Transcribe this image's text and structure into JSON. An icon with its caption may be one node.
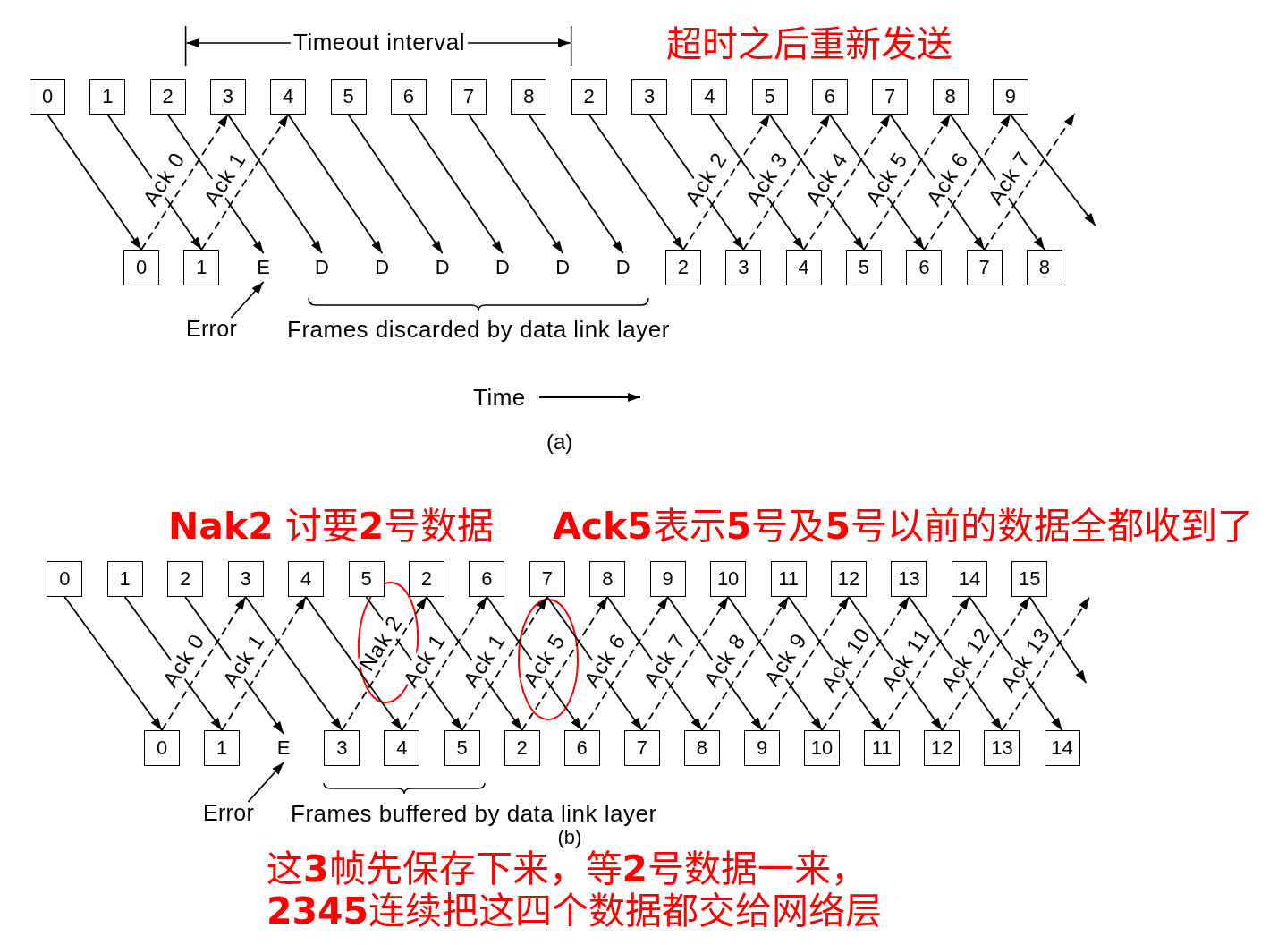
{
  "diagram": {
    "nodes": [
      {
        "text": [
          "0"
        ]
      },
      {
        "text": [
          "1"
        ]
      },
      {
        "text": [
          "2"
        ]
      },
      {
        "text": [
          "3"
        ]
      },
      {
        "text": [
          "4"
        ]
      },
      {
        "text": [
          "5"
        ]
      },
      {
        "text": [
          "6"
        ]
      },
      {
        "text": [
          "7"
        ]
      },
      {
        "text": [
          "8"
        ]
      },
      {
        "text": [
          "2"
        ]
      },
      {
        "text": [
          "3"
        ]
      },
      {
        "text": [
          "4"
        ]
      },
      {
        "text": [
          "5"
        ]
      },
      {
        "text": [
          "6"
        ]
      },
      {
        "text": [
          "7"
        ]
      },
      {
        "text": [
          "8"
        ]
      },
      {
        "text": [
          "9"
        ]
      },
      {
        "text": [
          "0"
        ]
      },
      {
        "text": [
          "1"
        ]
      },
      {
        "text": [
          "E"
        ]
      },
      {
        "text": [
          "D"
        ]
      },
      {
        "text": [
          "D"
        ]
      },
      {
        "text": [
          "D"
        ]
      },
      {
        "text": [
          "D"
        ]
      },
      {
        "text": [
          "D"
        ]
      },
      {
        "text": [
          "D"
        ]
      },
      {
        "text": [
          "2"
        ]
      },
      {
        "text": [
          "3"
        ]
      },
      {
        "text": [
          "4"
        ]
      },
      {
        "text": [
          "5"
        ]
      },
      {
        "text": [
          "6"
        ]
      },
      {
        "text": [
          "7"
        ]
      },
      {
        "text": [
          "8"
        ]
      },
      {
        "text": [
          "Error"
        ]
      },
      {
        "text": [
          "0"
        ]
      },
      {
        "text": [
          "1"
        ]
      },
      {
        "text": [
          "2"
        ]
      },
      {
        "text": [
          "3"
        ]
      },
      {
        "text": [
          "4"
        ]
      },
      {
        "text": [
          "5"
        ]
      },
      {
        "text": [
          "2"
        ]
      },
      {
        "text": [
          "6"
        ]
      },
      {
        "text": [
          "7"
        ]
      },
      {
        "text": [
          "8"
        ]
      },
      {
        "text": [
          "9"
        ]
      },
      {
        "text": [
          "10"
        ]
      },
      {
        "text": [
          "11"
        ]
      },
      {
        "text": [
          "12"
        ]
      },
      {
        "text": [
          "13"
        ]
      },
      {
        "text": [
          "14"
        ]
      },
      {
        "text": [
          "15"
        ]
      },
      {
        "text": [
          "0"
        ]
      },
      {
        "text": [
          "1"
        ]
      },
      {
        "text": [
          "E"
        ]
      },
      {
        "text": [
          "3"
        ]
      },
      {
        "text": [
          "4"
        ]
      },
      {
        "text": [
          "5"
        ]
      },
      {
        "text": [
          "2"
        ]
      },
      {
        "text": [
          "6"
        ]
      },
      {
        "text": [
          "7"
        ]
      },
      {
        "text": [
          "8"
        ]
      },
      {
        "text": [
          "9"
        ]
      },
      {
        "text": [
          "10"
        ]
      },
      {
        "text": [
          "11"
        ]
      },
      {
        "text": [
          "12"
        ]
      },
      {
        "text": [
          "13"
        ]
      },
      {
        "text": [
          "14"
        ]
      },
      {
        "text": [
          "Error"
        ]
      }
    ],
    "edges": [
      {
        "from": 0,
        "to": 17,
        "arrow": "to"
      },
      {
        "from": 1,
        "to": 18,
        "arrow": "to"
      },
      {
        "from": 2,
        "to": 19,
        "arrow": "to"
      },
      {
        "from": 3,
        "to": 20,
        "arrow": "to"
      },
      {
        "from": 4,
        "to": 21,
        "arrow": "to"
      },
      {
        "from": 5,
        "to": 22,
        "arrow": "to"
      },
      {
        "from": 6,
        "to": 23,
        "arrow": "to"
      },
      {
        "from": 7,
        "to": 24,
        "arrow": "to"
      },
      {
        "from": 8,
        "to": 25,
        "arrow": "to"
      },
      {
        "from": 9,
        "to": 26,
        "arrow": "to"
      },
      {
        "from": 10,
        "to": 27,
        "arrow": "to"
      },
      {
        "from": 11,
        "to": 28,
        "arrow": "to"
      },
      {
        "from": 12,
        "to": 29,
        "arrow": "to"
      },
      {
        "from": 13,
        "to": 30,
        "arrow": "to"
      },
      {
        "from": 14,
        "to": 31,
        "arrow": "to"
      },
      {
        "from": 15,
        "to": 32,
        "arrow": "to"
      },
      {
        "from": 16,
        "to": null,
        "arrow": "to"
      },
      {
        "from": 17,
        "to": 3,
        "arrow": "to",
        "style": "dashed",
        "label": "Ack 0"
      },
      {
        "from": 18,
        "to": 4,
        "arrow": "to",
        "style": "dashed",
        "label": "Ack 1"
      },
      {
        "from": 26,
        "to": 12,
        "arrow": "to",
        "style": "dashed",
        "label": "Ack 2"
      },
      {
        "from": 27,
        "to": 13,
        "arrow": "to",
        "style": "dashed",
        "label": "Ack 3"
      },
      {
        "from": 28,
        "to": 14,
        "arrow": "to",
        "style": "dashed",
        "label": "Ack 4"
      },
      {
        "from": 29,
        "to": 15,
        "arrow": "to",
        "style": "dashed",
        "label": "Ack 5"
      },
      {
        "from": 30,
        "to": 16,
        "arrow": "to",
        "style": "dashed",
        "label": "Ack 6"
      },
      {
        "from": 31,
        "to": null,
        "arrow": "to",
        "style": "dashed",
        "label": "Ack 7"
      },
      {
        "from": 33,
        "to": 19,
        "arrow": "to"
      },
      {
        "from": 34,
        "to": 51,
        "arrow": "to"
      },
      {
        "from": 35,
        "to": 52,
        "arrow": "to"
      },
      {
        "from": 36,
        "to": 53,
        "arrow": "to"
      },
      {
        "from": 37,
        "to": 54,
        "arrow": "to"
      },
      {
        "from": 38,
        "to": 55,
        "arrow": "to"
      },
      {
        "from": 39,
        "to": 56,
        "arrow": "to"
      },
      {
        "from": 40,
        "to": 57,
        "arrow": "to"
      },
      {
        "from": 41,
        "to": 58,
        "arrow": "to"
      },
      {
        "from": 42,
        "to": 59,
        "arrow": "to"
      },
      {
        "from": 43,
        "to": 60,
        "arrow": "to"
      },
      {
        "from": 44,
        "to": 61,
        "arrow": "to"
      },
      {
        "from": 45,
        "to": 62,
        "arrow": "to"
      },
      {
        "from": 46,
        "to": 63,
        "arrow": "to"
      },
      {
        "from": 47,
        "to": 64,
        "arrow": "to"
      },
      {
        "from": 48,
        "to": 65,
        "arrow": "to"
      },
      {
        "from": 49,
        "to": 66,
        "arrow": "to"
      },
      {
        "from": 50,
        "to": null,
        "arrow": "to"
      },
      {
        "from": 51,
        "to": 37,
        "arrow": "to",
        "style": "dashed",
        "label": "Ack 0"
      },
      {
        "from": 52,
        "to": 38,
        "arrow": "to",
        "style": "dashed",
        "label": "Ack 1"
      },
      {
        "from": 54,
        "to": 40,
        "arrow": "to",
        "style": "dashed",
        "label": "Nak 2"
      },
      {
        "from": 55,
        "to": 41,
        "arrow": "to",
        "style": "dashed",
        "label": "Ack 1"
      },
      {
        "from": 56,
        "to": 42,
        "arrow": "to",
        "style": "dashed",
        "label": "Ack 1"
      },
      {
        "from": 57,
        "to": 43,
        "arrow": "to",
        "style": "dashed",
        "label": "Ack 5"
      },
      {
        "from": 58,
        "to": 44,
        "arrow": "to",
        "style": "dashed",
        "label": "Ack 6"
      },
      {
        "from": 59,
        "to": 45,
        "arrow": "to",
        "style": "dashed",
        "label": "Ack 7"
      },
      {
        "from": 60,
        "to": 46,
        "arrow": "to",
        "style": "dashed",
        "label": "Ack 8"
      },
      {
        "from": 61,
        "to": 47,
        "arrow": "to",
        "style": "dashed",
        "label": "Ack 9"
      },
      {
        "from": 62,
        "to": 48,
        "arrow": "to",
        "style": "dashed",
        "label": "Ack 10"
      },
      {
        "from": 63,
        "to": 49,
        "arrow": "to",
        "style": "dashed",
        "label": "Ack 11"
      },
      {
        "from": 64,
        "to": 50,
        "arrow": "to",
        "style": "dashed",
        "label": "Ack 12"
      },
      {
        "from": 65,
        "to": null,
        "arrow": "to",
        "style": "dashed",
        "label": "Ack 13"
      },
      {
        "from": 67,
        "to": 53,
        "arrow": "to"
      }
    ],
    "labels": [
      "Timeout interval",
      "超时之后重新发送",
      "Frames discarded by data link layer",
      "Time",
      "(a)",
      "**Nak2** 讨要**2**号数据",
      "**Ack5**表示**5**号及**5**号以前的数据全都收到了",
      "Frames buffered by data link layer",
      "(b)",
      "这**3**帧先保存下来，等**2**号数据一来，",
      "**2345**连续把这四个数据都交给网络层"
    ]
  }
}
